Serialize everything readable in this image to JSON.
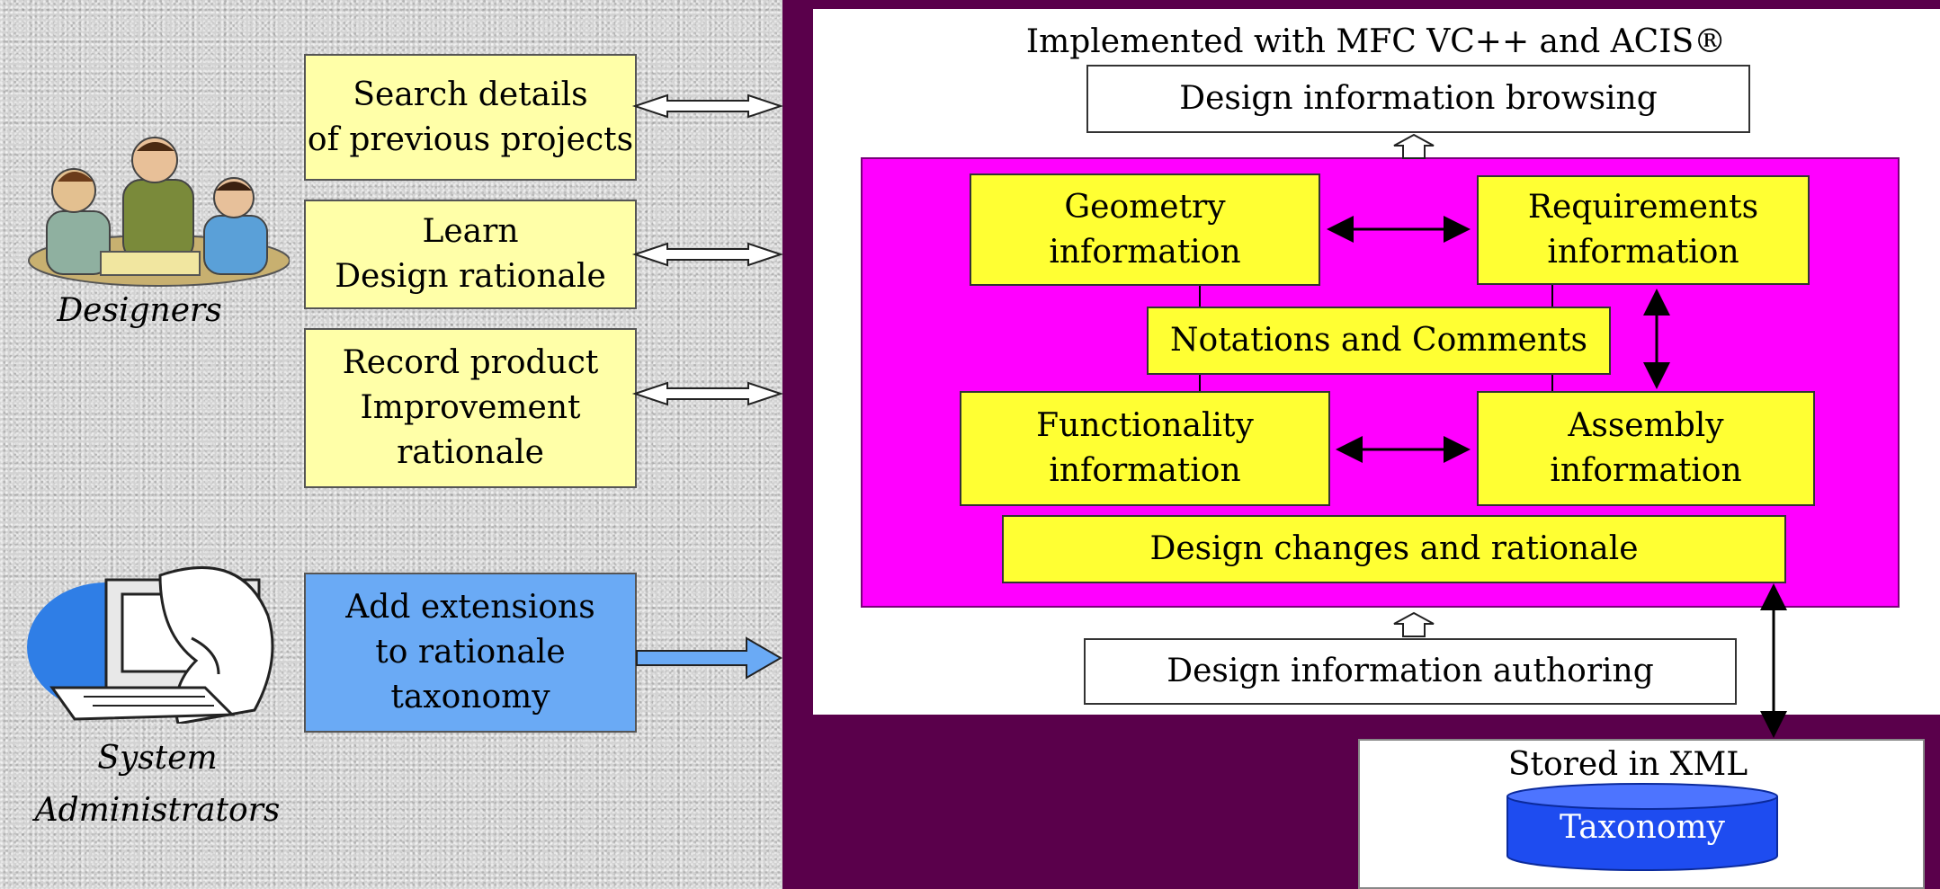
{
  "left": {
    "tasks": [
      "Search details\nof previous projects",
      "Learn\nDesign rationale",
      "Record product\nImprovement\nrationale",
      "Add extensions\nto rationale\ntaxonomy"
    ],
    "actors": {
      "designers": "Designers",
      "admins": "System\nAdministrators"
    },
    "icons": {
      "designers": "designers-group-clipart",
      "admins": "admin-at-computer-clipart"
    }
  },
  "system": {
    "implemented": "Implemented with MFC VC++ and ACIS®",
    "browsing": "Design information browsing",
    "geometry": "Geometry\ninformation",
    "requirements": "Requirements\ninformation",
    "notations": "Notations and Comments",
    "functionality": "Functionality\ninformation",
    "assembly": "Assembly\ninformation",
    "changes": "Design changes and rationale",
    "authoring": "Design information authoring"
  },
  "storage": {
    "stored": "Stored in XML",
    "taxonomy": "Taxonomy"
  },
  "colors": {
    "magenta": "#ff00ff",
    "panel": "#5a004b",
    "yellow": "#ffff33",
    "pale_yellow": "#ffffa8",
    "blue": "#6aaaf5",
    "db_blue": "#1e4cf0"
  }
}
